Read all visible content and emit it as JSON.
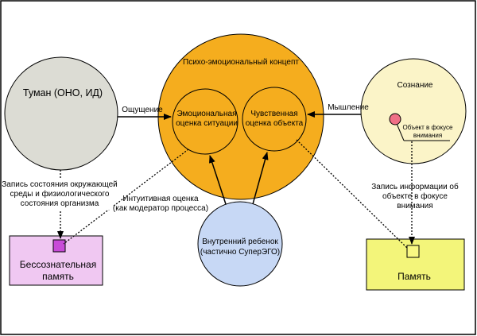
{
  "nodes": {
    "fog": {
      "label": "Туман (ОНО, ИД)",
      "color": "#dcdcd4"
    },
    "concept": {
      "label": "Психо-эмоциональный концепт",
      "color": "#f5ad1e"
    },
    "emotional": {
      "line1": "Эмоциональная",
      "line2": "оценка ситуации"
    },
    "sensory": {
      "line1": "Чувственная",
      "line2": "оценка объекта"
    },
    "consciousness": {
      "label": "Сознание",
      "color": "#fbf4c8"
    },
    "focus_object": {
      "line1": "Объект в фокусе",
      "line2": "внимания",
      "dot_color": "#ef6f86"
    },
    "inner_child": {
      "line1": "Внутренний ребенок",
      "line2": "(частично СуперЭГО)",
      "color": "#c7d8f5"
    },
    "unconscious_memory": {
      "line1": "Бессознательная",
      "line2": "память",
      "color": "#f0c8f2",
      "marker_color": "#c84bd8"
    },
    "memory": {
      "label": "Память",
      "color": "#f3f57a",
      "marker_color": "#f8f882"
    }
  },
  "edges": {
    "sensation": "Ощущение",
    "thinking": "Мышление",
    "record_environment": {
      "line1": "Запись состояния окружающей",
      "line2": "среды и физиологического",
      "line3": "состояния организма"
    },
    "intuitive_assessment": {
      "line1": "Интуитивная оценка",
      "line2": "(как модератор процесса)"
    },
    "record_information": {
      "line1": "Запись информации об",
      "line2": "объекте в фокусе",
      "line3": "внимания"
    }
  }
}
